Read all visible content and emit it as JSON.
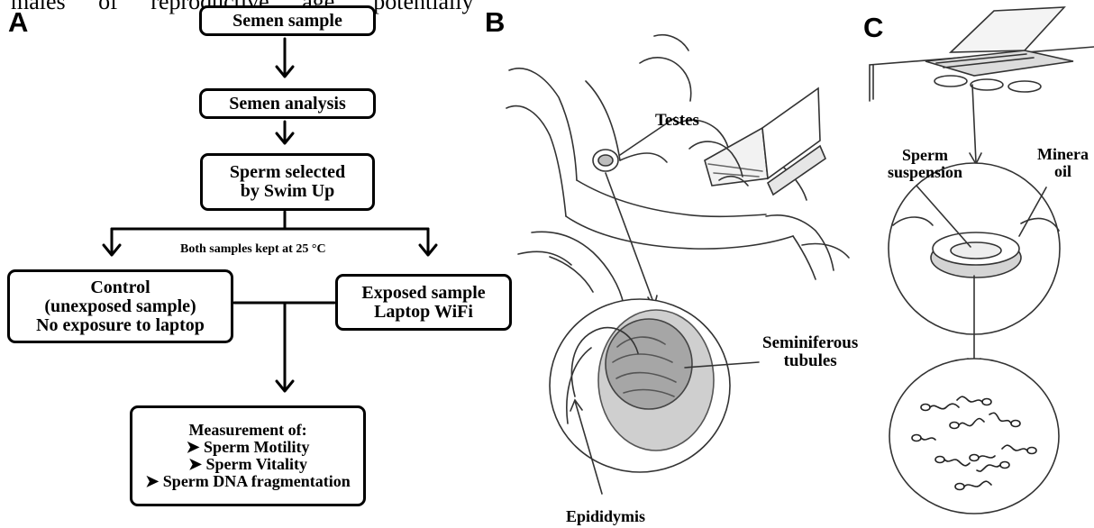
{
  "cut_text": "males of reproductive age, potentially",
  "panels": {
    "a": "A",
    "b": "B",
    "c": "C"
  },
  "flow": {
    "semen_sample": "Semen sample",
    "semen_analysis": "Semen analysis",
    "swim_up": [
      "Sperm selected",
      "by Swim Up"
    ],
    "temperature_note": "Both samples kept at 25 °C",
    "control": [
      "Control",
      "(unexposed sample)",
      "No exposure to laptop"
    ],
    "exposed": [
      "Exposed sample",
      "Laptop WiFi"
    ],
    "measurement": {
      "title": "Measurement of:",
      "items": [
        "➤ Sperm Motility",
        "➤ Sperm Vitality",
        "➤ Sperm DNA  fragmentation"
      ]
    }
  },
  "panel_b": {
    "testes": "Testes",
    "seminiferous": [
      "Seminiferous",
      "tubules"
    ],
    "epididymis": "Epididymis"
  },
  "panel_c": {
    "sperm_suspension": [
      "Sperm",
      "suspension"
    ],
    "mineral_oil": [
      "Minera",
      "oil"
    ]
  }
}
